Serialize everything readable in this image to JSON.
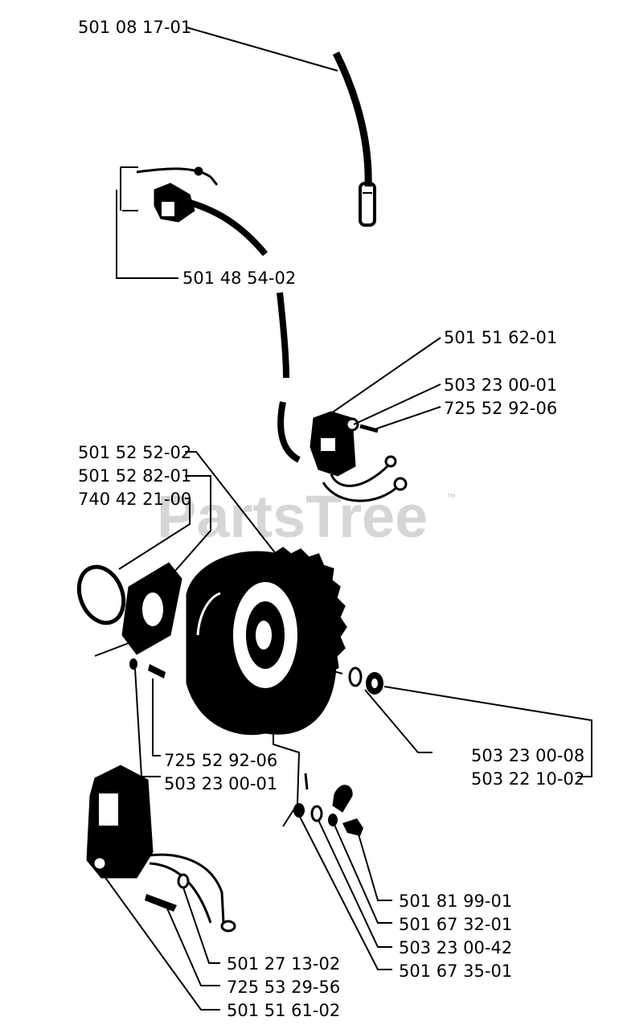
{
  "watermark": {
    "text": "PartsTree",
    "trademark": "™"
  },
  "callouts": {
    "hv_lead": "501 08 17-01",
    "stop_switch_wire": "501 48 54-02",
    "ignition_module": "501 51 62-01",
    "washer_top": "503 23 00-01",
    "screw_top": "725 52 92-06",
    "flywheel_cover": "501 52 52-02",
    "flywheel_plate": "501 52 82-01",
    "o_ring": "740 42 21-00",
    "screw_left": "725 52 92-06",
    "washer_left": "503 23 00-01",
    "washer_nut": "503 23 00-08",
    "nut": "503 22 10-02",
    "bracket_screw": "501 81 99-01",
    "bracket": "501 67 32-01",
    "washer_small": "503 23 00-42",
    "spacer": "501 67 35-01",
    "module_screw": "501 27 13-02",
    "module_bolt": "725 53 29-56",
    "coil_module": "501 51 61-02"
  }
}
